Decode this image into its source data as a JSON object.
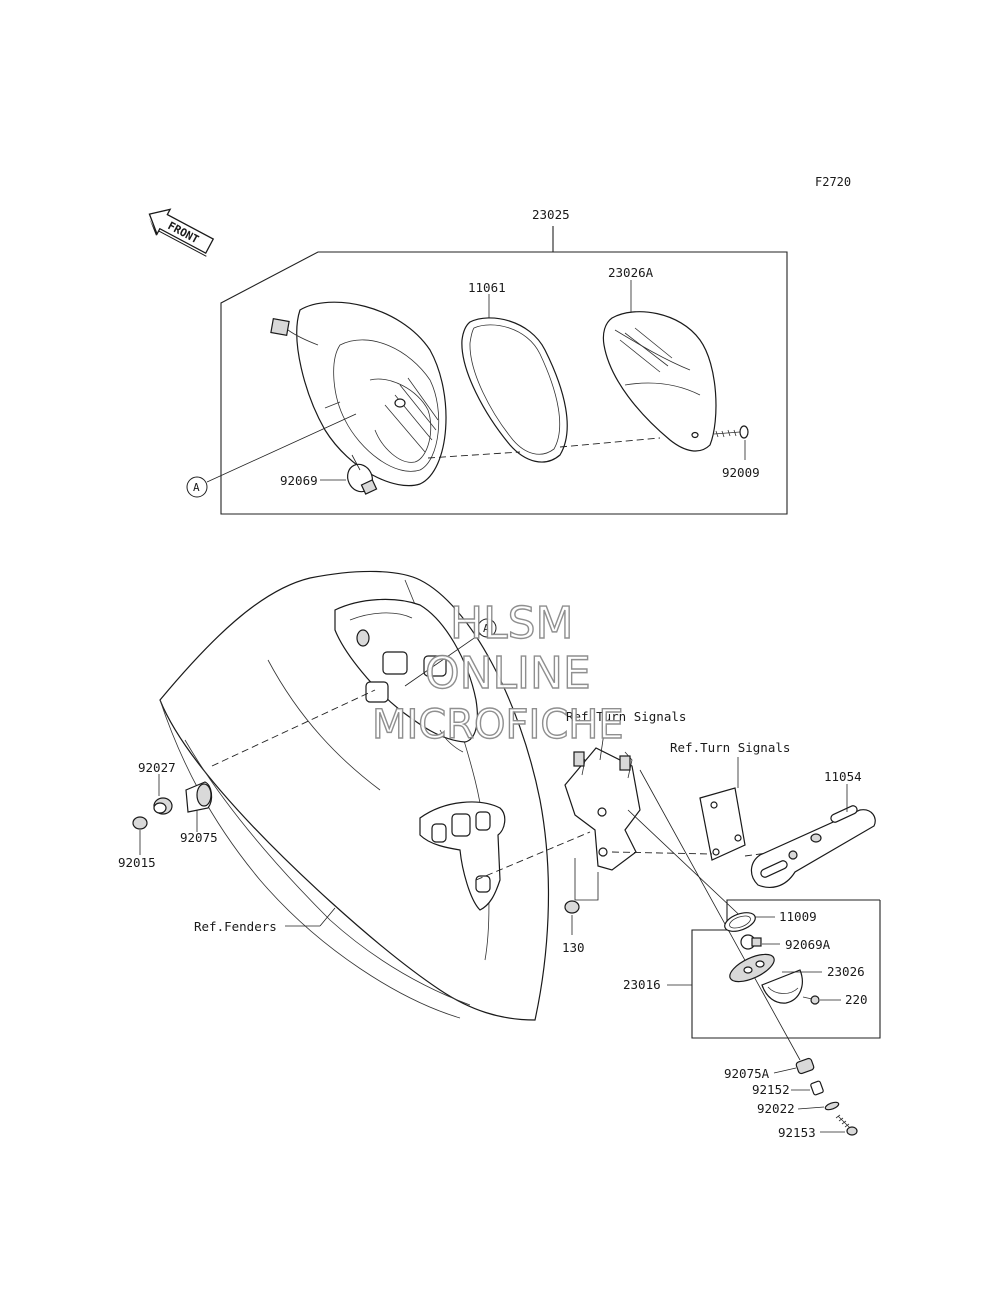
{
  "figure_code": "F2720",
  "front_indicator": "FRONT",
  "callout_marker": "A",
  "watermark": [
    "HLSM",
    "ONLINE",
    "MICROFICHE"
  ],
  "parts": {
    "p23025": "23025",
    "p11061": "11061",
    "p23026A": "23026A",
    "p92069": "92069",
    "p92009": "92009",
    "p92027": "92027",
    "p92075": "92075",
    "p92015": "92015",
    "p130": "130",
    "p11054": "11054",
    "p11009": "11009",
    "p92069A": "92069A",
    "p23026": "23026",
    "p220": "220",
    "p23016": "23016",
    "p92075A": "92075A",
    "p92152": "92152",
    "p92022": "92022",
    "p92153": "92153"
  },
  "references": {
    "turn_signals_1": "Ref.Turn Signals",
    "turn_signals_2": "Ref.Turn Signals",
    "fenders": "Ref.Fenders"
  }
}
